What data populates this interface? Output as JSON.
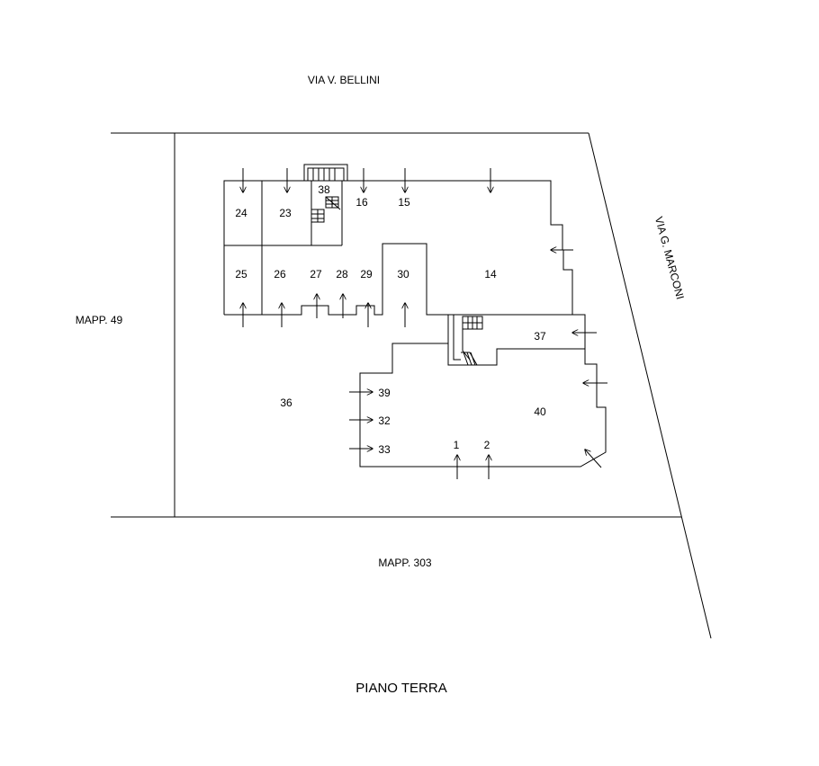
{
  "labels": {
    "street_north": "VIA V. BELLINI",
    "street_east": "VIA G. MARCONI",
    "parcel_west": "MAPP. 49",
    "parcel_south": "MAPP. 303",
    "floor_title": "PIANO TERRA"
  },
  "rooms": {
    "r1": "1",
    "r2": "2",
    "r14": "14",
    "r15": "15",
    "r16": "16",
    "r23": "23",
    "r24": "24",
    "r25": "25",
    "r26": "26",
    "r27": "27",
    "r28": "28",
    "r29": "29",
    "r30": "30",
    "r32": "32",
    "r33": "33",
    "r36": "36",
    "r37": "37",
    "r38": "38",
    "r39": "39",
    "r40": "40"
  },
  "colors": {
    "ink": "#000000",
    "paper": "#ffffff"
  }
}
